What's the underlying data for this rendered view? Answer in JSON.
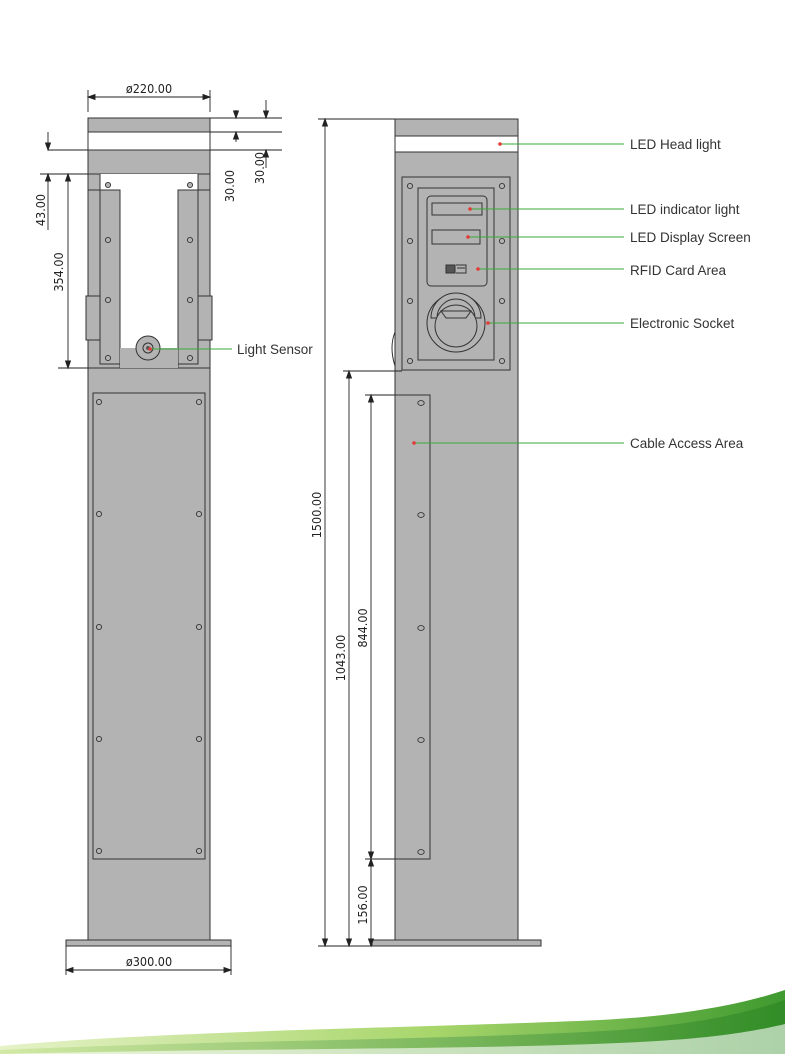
{
  "dimensions": {
    "top_diameter": "ø220.00",
    "base_diameter": "ø300.00",
    "head_height_a": "30.00",
    "head_height_b": "30.00",
    "top_offset": "43.00",
    "upper_section": "354.00",
    "total_height": "1500.00",
    "lower_height": "1043.00",
    "access_height": "844.00",
    "base_offset": "156.00"
  },
  "labels": {
    "light_sensor": "Light Sensor",
    "led_head_light": "LED Head light",
    "led_indicator_light": "LED indicator light",
    "led_display_screen": "LED Display Screen",
    "rfid_card_area": "RFID Card Area",
    "electronic_socket": "Electronic Socket",
    "cable_access_area": "Cable Access Area"
  },
  "colors": {
    "body_fill": "#b3b3b3",
    "outline": "#333333",
    "callout_line": "#3aa83a",
    "callout_dot": "#e53935",
    "wave_light": "#a8d66b",
    "wave_dark": "#3f9a2f"
  }
}
